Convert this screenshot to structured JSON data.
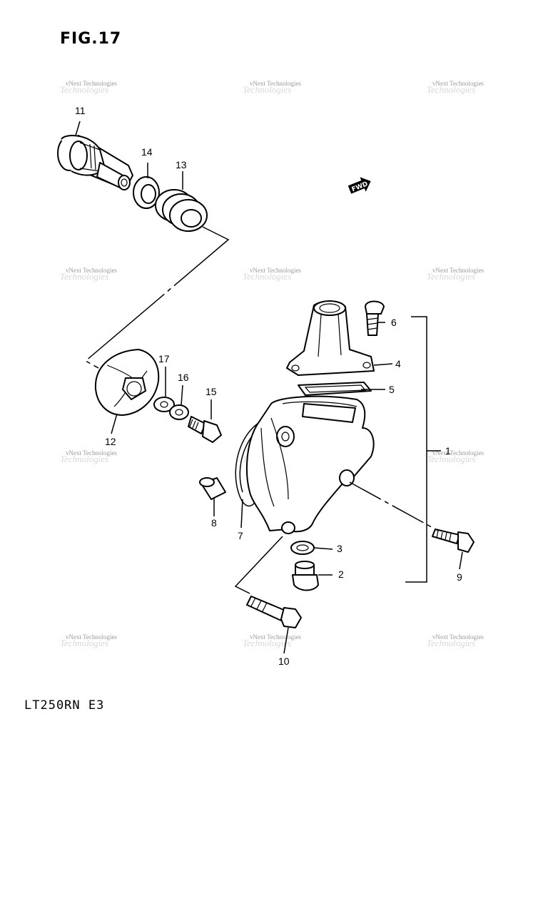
{
  "title": "FIG.17",
  "model_code": "LT250RN E3",
  "fwd_label": "FWD",
  "watermark": "vNext Technologies",
  "callouts": {
    "c1": "1",
    "c2": "2",
    "c3": "3",
    "c4": "4",
    "c5": "5",
    "c6": "6",
    "c7": "7",
    "c8": "8",
    "c9": "9",
    "c10": "10",
    "c11": "11",
    "c12": "12",
    "c13": "13",
    "c14": "14",
    "c15": "15",
    "c16": "16",
    "c17": "17"
  }
}
